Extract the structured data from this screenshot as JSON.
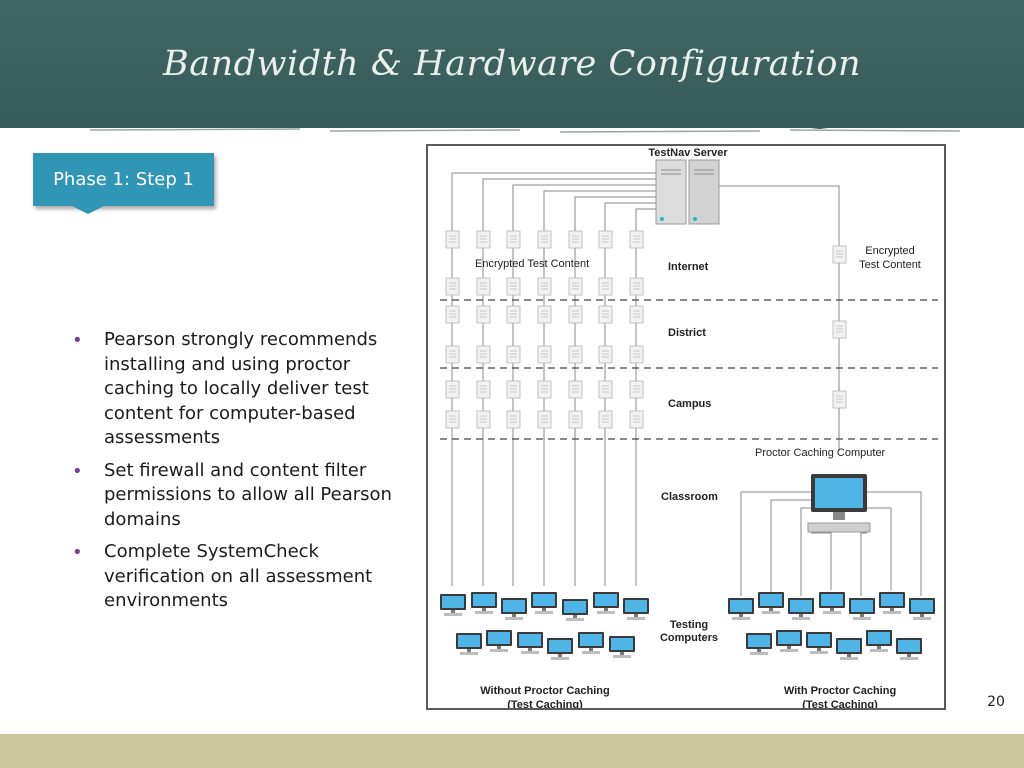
{
  "slide": {
    "title": "Bandwidth & Hardware Configuration",
    "phase_tag": "Phase 1: Step 1",
    "page_number": "20",
    "colors": {
      "header_board": "#3b615e",
      "tag": "#2f96b5",
      "bullet": "#7a3e93",
      "footer": "#c9c59f"
    }
  },
  "bullets": [
    "Pearson strongly recommends installing and using proctor caching to locally deliver test content for computer-based assessments",
    "Set firewall and content filter permissions to allow all Pearson domains",
    "Complete SystemCheck verification on all assessment environments"
  ],
  "diagram": {
    "server_label": "TestNav Server",
    "content_left": "Encrypted Test Content",
    "content_right_line1": "Encrypted",
    "content_right_line2": "Test Content",
    "levels": [
      "Internet",
      "District",
      "Campus",
      "Classroom"
    ],
    "testing_line1": "Testing",
    "testing_line2": "Computers",
    "proctor_label": "Proctor Caching Computer",
    "left_caption_line1": "Without Proctor Caching",
    "left_caption_line2": "(Test Caching)",
    "right_caption_line1": "With Proctor Caching",
    "right_caption_line2": "(Test Caching)"
  }
}
